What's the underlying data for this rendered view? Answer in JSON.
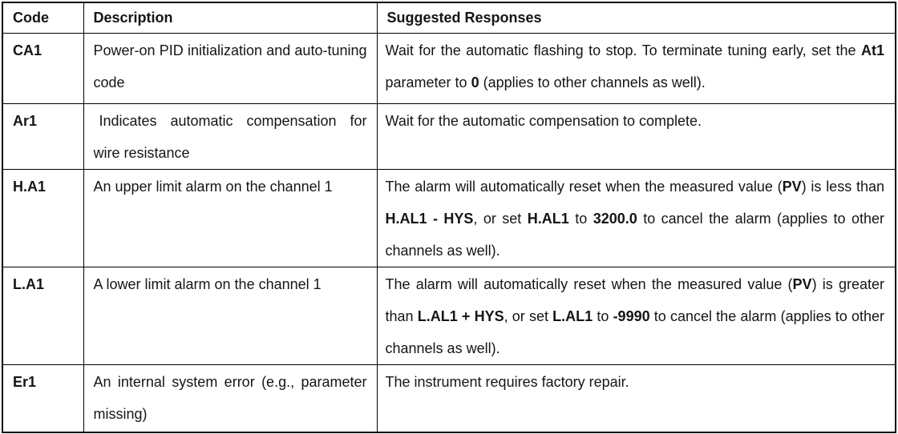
{
  "theme": {
    "border_color": "#000000",
    "text_color": "#151515",
    "background_color": "#ffffff"
  },
  "table": {
    "headers": {
      "code": "Code",
      "description": "Description",
      "responses": "Suggested Responses"
    },
    "rows": [
      {
        "code": "CA1",
        "description": [
          {
            "t": "Power-on PID initialization and auto‑tuning code"
          }
        ],
        "response": [
          {
            "t": "Wait for the automatic flashing to stop. To terminate tuning early, set the "
          },
          {
            "t": "At1",
            "b": true
          },
          {
            "t": " parameter to "
          },
          {
            "t": "0",
            "b": true
          },
          {
            "t": " (applies to other channels as well)."
          }
        ]
      },
      {
        "code": "Ar1",
        "description": [
          {
            "t": "Indicates automatic compensation for wire resistance"
          }
        ],
        "response": [
          {
            "t": "Wait for the automatic compensation to complete."
          }
        ]
      },
      {
        "code": "H.A1",
        "description": [
          {
            "t": "An upper limit alarm on the channel 1"
          }
        ],
        "response": [
          {
            "t": "The alarm will automatically reset when the measured value ("
          },
          {
            "t": "PV",
            "b": true
          },
          {
            "t": ") is less than "
          },
          {
            "t": "H.AL1 - HYS",
            "b": true
          },
          {
            "t": ", or set "
          },
          {
            "t": "H.AL1",
            "b": true
          },
          {
            "t": " to "
          },
          {
            "t": "3200.0",
            "b": true
          },
          {
            "t": " to cancel the alarm (applies to other channels as well)."
          }
        ]
      },
      {
        "code": "L.A1",
        "description": [
          {
            "t": "A lower limit alarm on the channel 1"
          }
        ],
        "response": [
          {
            "t": "The alarm will automatically reset when the measured value ("
          },
          {
            "t": "PV",
            "b": true
          },
          {
            "t": ") is greater than "
          },
          {
            "t": "L.AL1 + HYS",
            "b": true
          },
          {
            "t": ", or set "
          },
          {
            "t": "L.AL1",
            "b": true
          },
          {
            "t": " to "
          },
          {
            "t": "-9990",
            "b": true
          },
          {
            "t": " to cancel the alarm (applies to other channels as well)."
          }
        ]
      },
      {
        "code": "Er1",
        "description": [
          {
            "t": "An internal system error (e.g., parameter missing)"
          }
        ],
        "response": [
          {
            "t": "The instrument requires factory repair."
          }
        ]
      }
    ]
  }
}
